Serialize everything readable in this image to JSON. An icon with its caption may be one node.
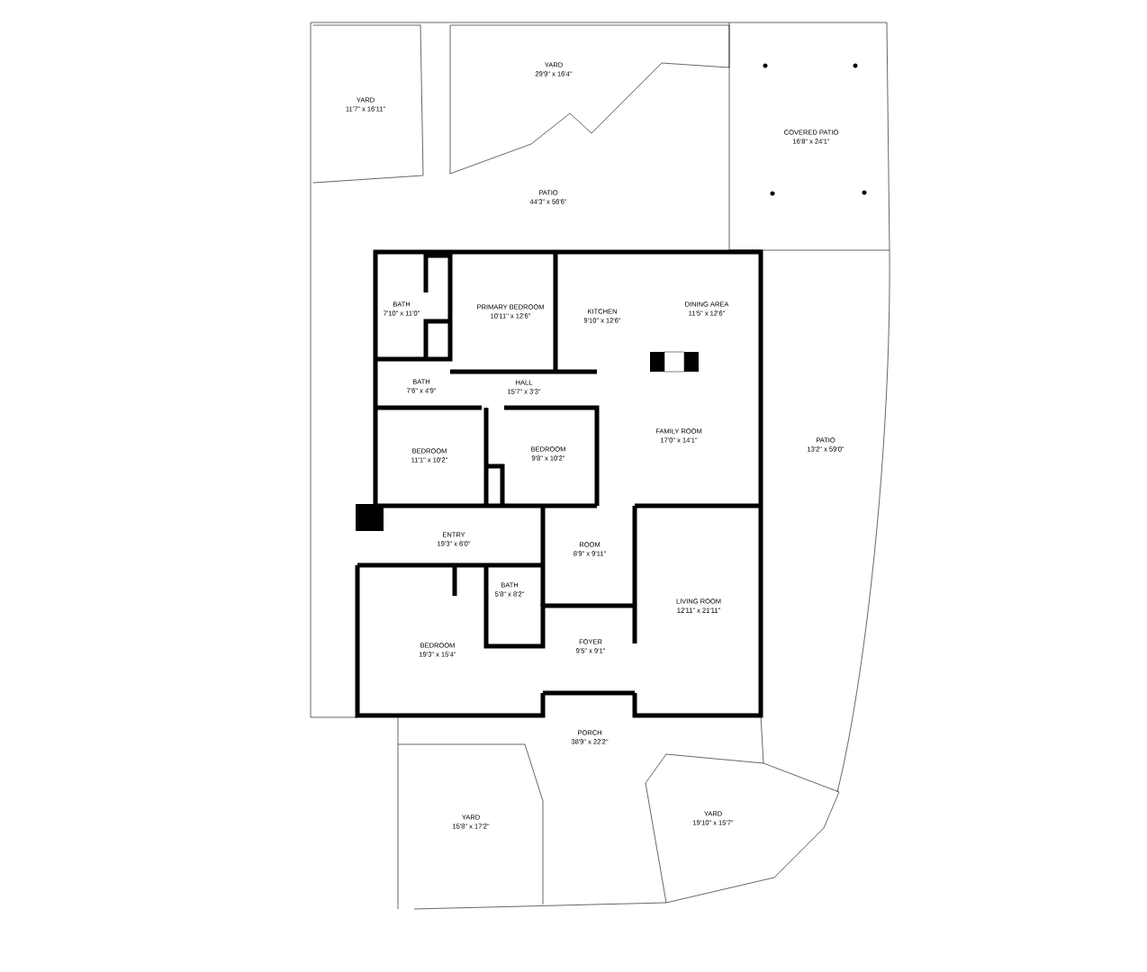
{
  "diagram": {
    "labels": [
      "YARD",
      "29'9\" x 16'4\"",
      "YARD",
      "11'7\" x 16'11\"",
      "COVERED PATIO",
      "16'8\" x 24'1\"",
      "PATIO",
      "44'3\" x 56'6\"",
      "BATH",
      "7'10\" x 11'0\"",
      "PRIMARY BEDROOM",
      "10'11\" x 12'6\"",
      "KITCHEN",
      "9'10\" x 12'6\"",
      "DINING AREA",
      "11'5\" x 12'6\"",
      "BATH",
      "7'6\" x 4'9\"",
      "HALL",
      "15'7\" x 3'3\"",
      "FAMILY ROOM",
      "17'0\" x 14'1\"",
      "PATIO",
      "13'2\" x 59'0\"",
      "BEDROOM",
      "11'1\" x 10'2\"",
      "BEDROOM",
      "9'8\" x 10'2\"",
      "ENTRY",
      "19'3\" x 6'0\"",
      "ROOM",
      "8'9\" x 9'11\"",
      "BATH",
      "5'8\" x 8'2\"",
      "LIVING ROOM",
      "12'11\" x 21'11\"",
      "FOYER",
      "9'5\" x 9'1\"",
      "BEDROOM",
      "19'3\" x 15'4\"",
      "PORCH",
      "38'9\" x 22'2\"",
      "YARD",
      "19'10\" x 15'7\"",
      "YARD",
      "15'8\" x 17'2\""
    ]
  }
}
